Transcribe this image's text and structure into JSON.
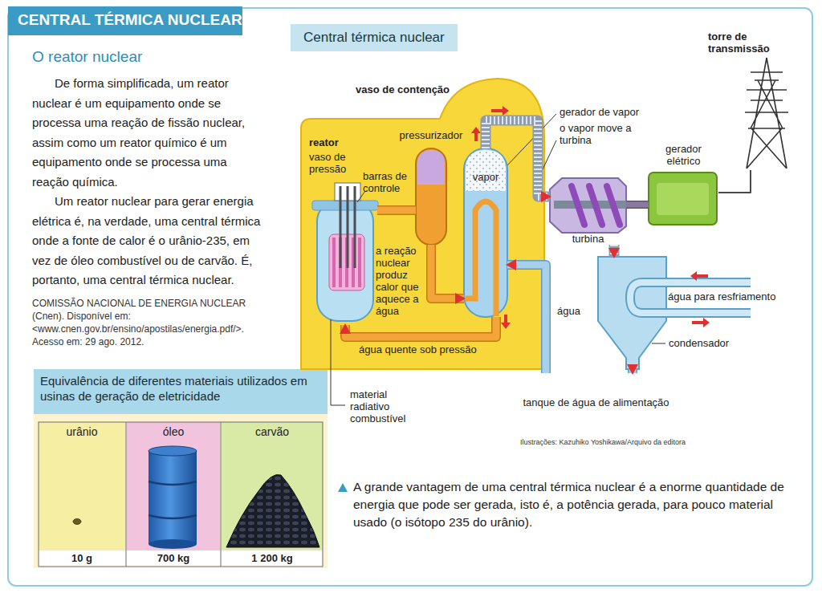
{
  "diagram": {
    "title": "CENTRAL TÉRMICA NUCLEAR",
    "caption": "A grande vantagem de uma central térmica nuclear é a enorme quantidade de energia que pode ser gerada, isto é, a potência gerada, para pouco material usado (o isótopo 235 do urânio).",
    "nodes": [
      {
        "text": [
          "Equivalência de diferentes materiais utilizados em usinas de geração de eletricidade"
        ]
      },
      {
        "text": [
          "urânio",
          "10 g"
        ],
        "in": 0
      },
      {
        "text": [
          "óleo",
          "700 kg"
        ],
        "in": 0
      },
      {
        "text": [
          "carvão",
          "1 200 kg"
        ],
        "in": 0
      },
      {
        "text": [
          "Central térmica nuclear"
        ]
      },
      {
        "text": [
          "vaso de contenção"
        ],
        "in": 4
      },
      {
        "text": [
          "reator",
          "vaso de pressão"
        ],
        "in": 5
      },
      {
        "text": [
          "pressurizador"
        ],
        "in": 5
      },
      {
        "text": [
          "vapor"
        ],
        "in": 5
      },
      {
        "text": [
          "turbina"
        ],
        "in": 4
      },
      {
        "text": [
          "gerador elétrico"
        ],
        "in": 4
      },
      {
        "text": [
          "condensador"
        ],
        "in": 4
      },
      {
        "text": [
          "tanque de água de alimentação"
        ],
        "in": 4
      },
      {
        "text": [
          "torre de transmissão"
        ],
        "in": 4
      }
    ],
    "edges": [
      {
        "from": 6,
        "to": 7,
        "arrow": "none"
      },
      {
        "from": 7,
        "to": 8,
        "arrow": "to"
      },
      {
        "from": 8,
        "to": 6,
        "arrow": "to",
        "label": "água quente sob pressão"
      },
      {
        "from": 8,
        "to": 9,
        "arrow": "to"
      },
      {
        "from": 9,
        "to": 11,
        "arrow": "to"
      },
      {
        "from": 11,
        "to": 12,
        "arrow": "to"
      },
      {
        "from": 12,
        "to": 8,
        "arrow": "to",
        "label": "água"
      },
      {
        "from": 9,
        "to": 10,
        "arrow": "none"
      },
      {
        "from": 10,
        "to": 13,
        "arrow": "none"
      }
    ],
    "labels": [
      "O reator nuclear",
      "De forma simplificada, um reator nuclear é um equipamento onde se processa uma reação de fissão nuclear, assim como um reator químico é um equipamento onde se processa uma reação química.",
      "Um reator nuclear para gerar energia elétrica é, na verdade, uma central térmica onde a fonte de calor é o urânio-235, em vez de óleo combustível ou de carvão. É, portanto, uma central térmica nuclear.",
      "COMISSÃO NACIONAL DE ENERGIA NUCLEAR (Cnen). Disponível em: <www.cnen.gov.br/ensino/apostilas/energia.pdf/>. Acesso em: 29 ago. 2012.",
      "barras de controle",
      "a reação nuclear produz calor que aquece a água",
      "gerador de vapor",
      "o vapor move a turbina",
      "água para resfriamento",
      "material radiativo combustível",
      "Ilustrações: Kazuhiko Yoshikawa/Arquivo da editora"
    ]
  }
}
